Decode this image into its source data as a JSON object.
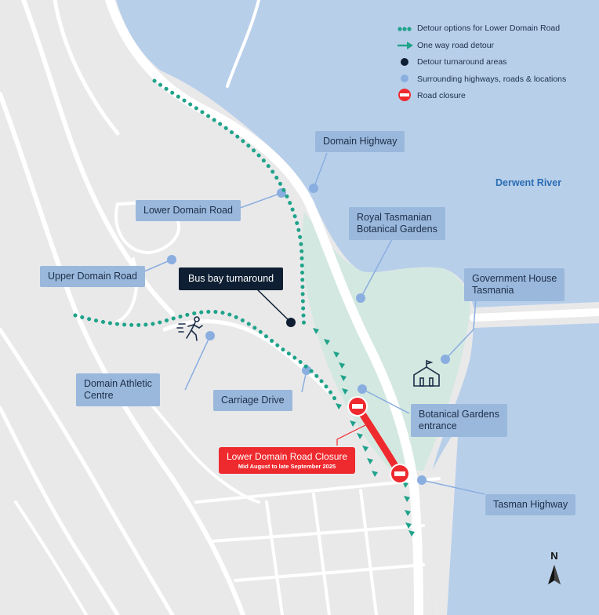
{
  "legend": {
    "detour_options": "Detour options for Lower Domain Road",
    "one_way": "One way road detour",
    "turnaround": "Detour turnaround areas",
    "surrounding": "Surrounding highways, roads & locations",
    "closure": "Road closure"
  },
  "labels": {
    "domain_highway": "Domain Highway",
    "derwent_river": "Derwent River",
    "lower_domain_road": "Lower Domain Road",
    "rtbg_line1": "Royal Tasmanian",
    "rtbg_line2": "Botanical Gardens",
    "upper_domain_road": "Upper Domain Road",
    "bus_bay": "Bus bay turnaround",
    "gov_house_line1": "Government House",
    "gov_house_line2": "Tasmania",
    "athletic_line1": "Domain Athletic",
    "athletic_line2": "Centre",
    "carriage_drive": "Carriage Drive",
    "bg_entrance_line1": "Botanical Gardens",
    "bg_entrance_line2": "entrance",
    "closure_title": "Lower Domain Road Closure",
    "closure_dates": "Mid August to late September 2025",
    "tasman_highway": "Tasman Highway"
  },
  "north_arrow": "N",
  "colors": {
    "water": "#b8cfea",
    "land": "#e9e9ea",
    "road": "#ffffff",
    "park": "#d3e8e0",
    "detour": "#1fa38a",
    "label_bg": "#9ab8dc",
    "marker": "#8aaee0",
    "closure": "#ee2a2e",
    "turnaround": "#0f1f33"
  },
  "icons": [
    "runner-icon",
    "building-icon",
    "north-arrow-icon",
    "no-entry-icon"
  ]
}
